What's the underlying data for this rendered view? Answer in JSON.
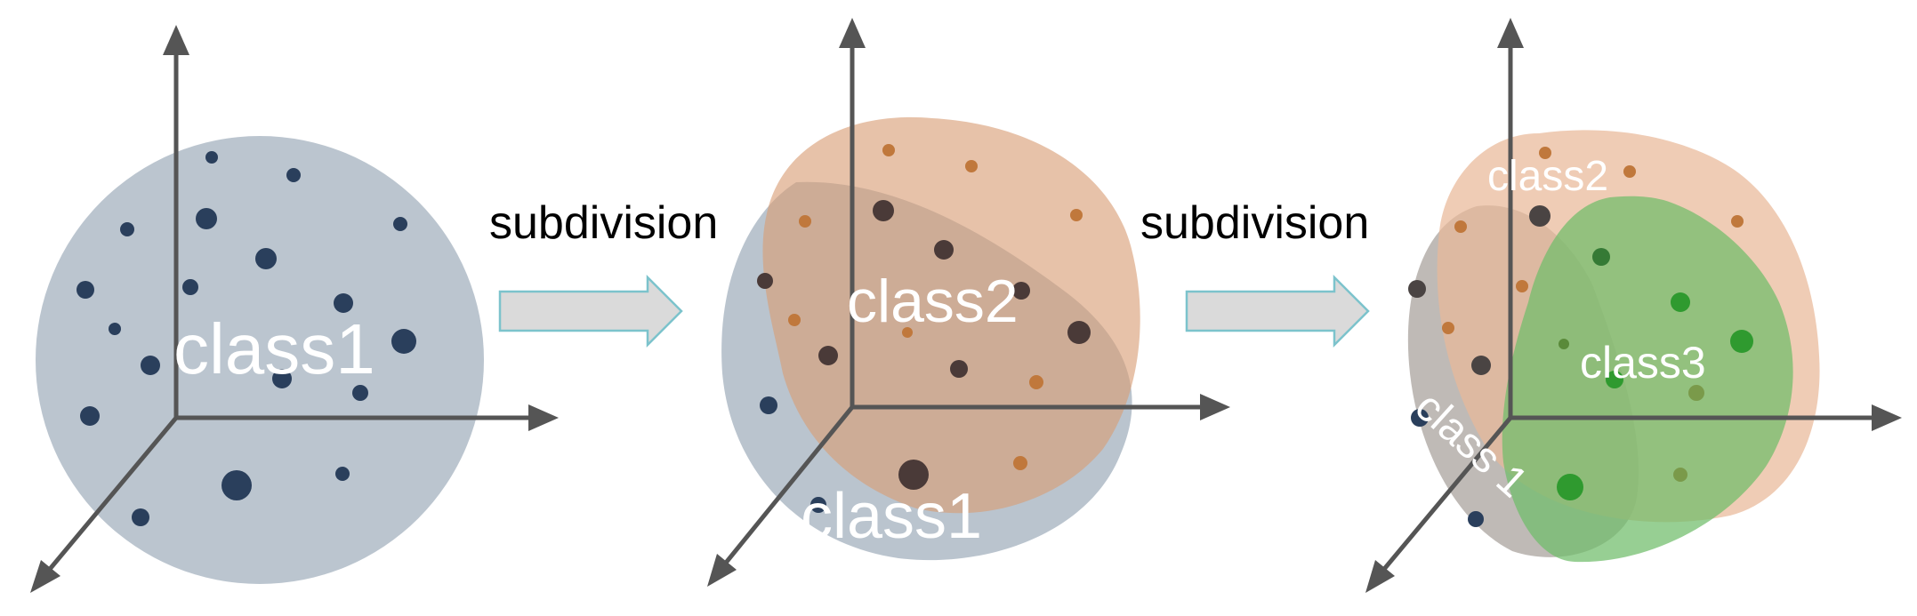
{
  "panels": [
    {
      "id": "panel1",
      "class_labels": [
        "class1"
      ]
    },
    {
      "id": "panel2",
      "class_labels": [
        "class2",
        "class1"
      ]
    },
    {
      "id": "panel3",
      "class_labels": [
        "class2",
        "class3",
        "class 1"
      ]
    }
  ],
  "arrows": [
    {
      "label": "subdivision"
    },
    {
      "label": "subdivision"
    }
  ],
  "colors": {
    "axis": "#555555",
    "class1_region": "#b4bfca",
    "class1_dot": "#2a3f5c",
    "class2_region": "#e9b998",
    "class2_dot": "#c0783c",
    "class3_region": "#6fbc6a",
    "class3_dot": "#2f9a2f",
    "arrow_fill": "#dadada",
    "arrow_stroke": "#7cc3cc"
  }
}
